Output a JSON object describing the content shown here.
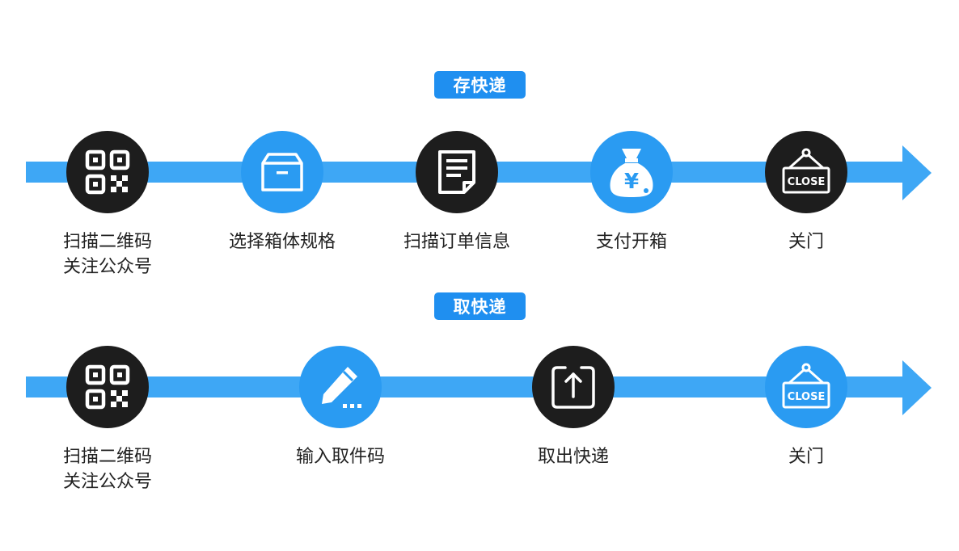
{
  "colors": {
    "accent": "#1f8ff0",
    "track": "#3ea7f5",
    "dark_circle": "#1d1d1d",
    "blue_circle": "#2a9bf2"
  },
  "store": {
    "title": "存快递",
    "steps": [
      {
        "icon": "qr-code-icon",
        "style": "dark",
        "label": "扫描二维码\n关注公众号"
      },
      {
        "icon": "box-icon",
        "style": "blue",
        "label": "选择箱体规格"
      },
      {
        "icon": "document-icon",
        "style": "dark",
        "label": "扫描订单信息"
      },
      {
        "icon": "money-bag-icon",
        "style": "blue",
        "label": "支付开箱"
      },
      {
        "icon": "close-sign-icon",
        "style": "dark",
        "label": "关门"
      }
    ]
  },
  "pickup": {
    "title": "取快递",
    "steps": [
      {
        "icon": "qr-code-icon",
        "style": "dark",
        "label": "扫描二维码\n关注公众号"
      },
      {
        "icon": "pencil-icon",
        "style": "blue",
        "label": "输入取件码"
      },
      {
        "icon": "upload-icon",
        "style": "dark",
        "label": "取出快递"
      },
      {
        "icon": "close-sign-icon",
        "style": "blue",
        "label": "关门"
      }
    ]
  },
  "sign_text": "CLOSE",
  "money_symbol": "¥"
}
